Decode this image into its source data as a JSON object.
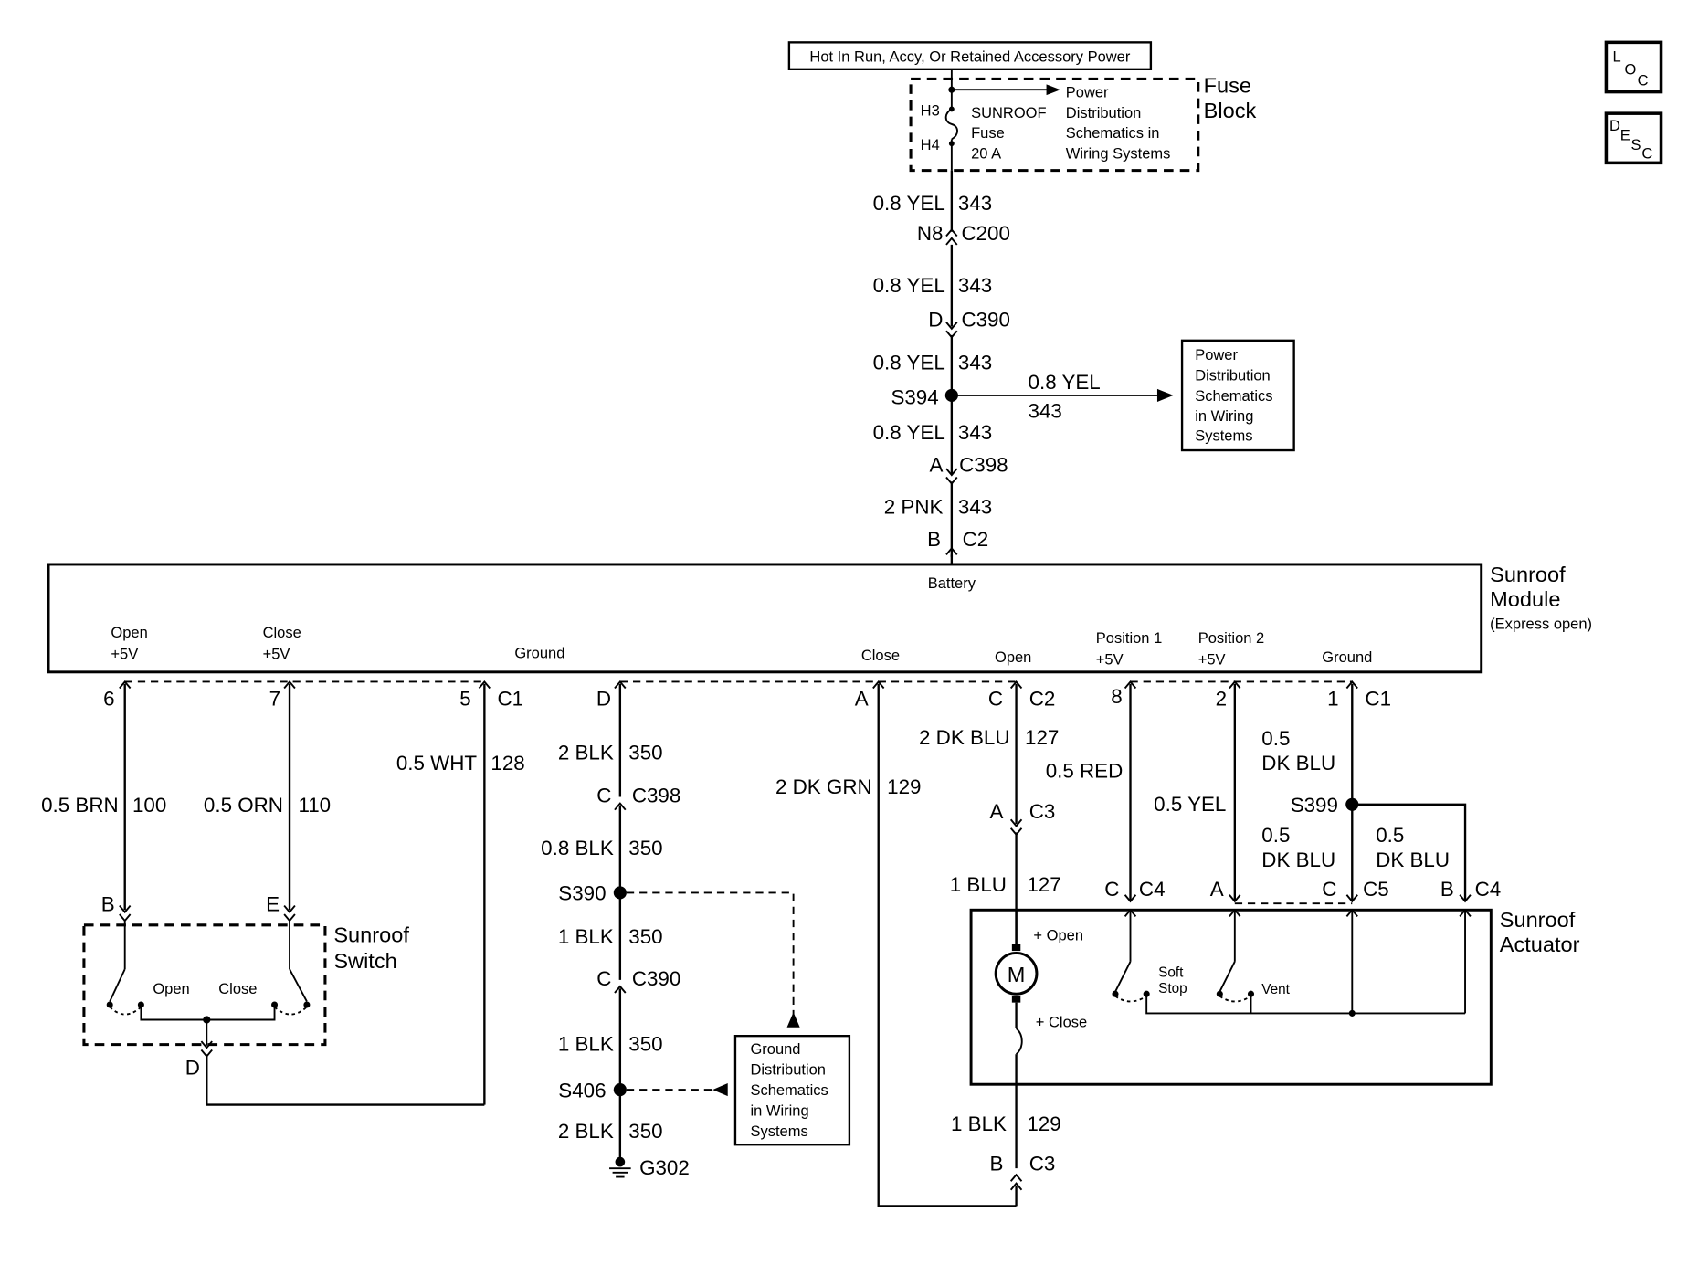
{
  "power_source_label": "Hot In Run, Accy, Or Retained Accessory Power",
  "fuse_block": {
    "title_line1": "Fuse",
    "title_line2": "Block",
    "pin_in": "H3",
    "pin_out": "H4",
    "fuse_line1": "SUNROOF",
    "fuse_line2": "Fuse",
    "fuse_line3": "20 A",
    "ref_line1": "Power",
    "ref_line2": "Distribution",
    "ref_line3": "Schematics in",
    "ref_line4": "Wiring Systems"
  },
  "corner_icons": {
    "loc": [
      "L",
      "O",
      "C"
    ],
    "desc": [
      "D",
      "E",
      "S",
      "C"
    ]
  },
  "feed": {
    "w1_gauge": "0.8 YEL",
    "w1_circuit": "343",
    "c200_pin": "N8",
    "c200": "C200",
    "w2_gauge": "0.8 YEL",
    "w2_circuit": "343",
    "c390_pin": "D",
    "c390": "C390",
    "w3_gauge": "0.8 YEL",
    "w3_circuit": "343",
    "s394": "S394",
    "branch_gauge": "0.8 YEL",
    "branch_circuit": "343",
    "w4_gauge": "0.8 YEL",
    "w4_circuit": "343",
    "c398_pin": "A",
    "c398": "C398",
    "w5_gauge": "2 PNK",
    "w5_circuit": "343",
    "c2_pin": "B",
    "c2": "C2"
  },
  "power_ref_box": [
    "Power",
    "Distribution",
    "Schematics",
    "in Wiring",
    "Systems"
  ],
  "module": {
    "title_line1": "Sunroof",
    "title_line2": "Module",
    "title_line3": "(Express open)",
    "battery": "Battery",
    "open_line1": "Open",
    "open_line2": "+5V",
    "close_line1": "Close",
    "close_line2": "+5V",
    "ground_left": "Ground",
    "close": "Close",
    "open": "Open",
    "pos1_line1": "Position 1",
    "pos1_line2": "+5V",
    "pos2_line1": "Position 2",
    "pos2_line2": "+5V",
    "ground_right": "Ground"
  },
  "c1_left": {
    "pin6": "6",
    "pin7": "7",
    "pin5": "5",
    "name": "C1"
  },
  "left_wires": {
    "brn_gauge": "0.5 BRN",
    "brn_circuit": "100",
    "orn_gauge": "0.5 ORN",
    "orn_circuit": "110",
    "wht_gauge": "0.5 WHT",
    "wht_circuit": "128"
  },
  "switch": {
    "pin_b": "B",
    "pin_e": "E",
    "pin_d": "D",
    "title_line1": "Sunroof",
    "title_line2": "Switch",
    "open": "Open",
    "close": "Close"
  },
  "ground_path": {
    "pin_d": "D",
    "w1_gauge": "2 BLK",
    "w1_circuit": "350",
    "c398_pin": "C",
    "c398": "C398",
    "w2_gauge": "0.8 BLK",
    "w2_circuit": "350",
    "s390": "S390",
    "w3_gauge": "1 BLK",
    "w3_circuit": "350",
    "c390_pin": "C",
    "c390": "C390",
    "w4_gauge": "1 BLK",
    "w4_circuit": "350",
    "s406": "S406",
    "w5_gauge": "2 BLK",
    "w5_circuit": "350",
    "g302": "G302"
  },
  "ground_ref_box": [
    "Ground",
    "Distribution",
    "Schematics",
    "in Wiring",
    "Systems"
  ],
  "motor_path": {
    "pin_a": "A",
    "pin_c": "C",
    "c2": "C2",
    "grn_gauge": "2 DK GRN",
    "grn_circuit": "129",
    "blu_gauge": "2 DK BLU",
    "blu_circuit": "127",
    "c3_pin_a": "A",
    "c3_a": "C3",
    "blu1_gauge": "1 BLU",
    "blu1_circuit": "127",
    "blk_gauge": "1 BLK",
    "blk_circuit": "129",
    "c3_pin_b": "B",
    "c3_b": "C3"
  },
  "c1_right": {
    "pin8": "8",
    "pin2": "2",
    "pin1": "1",
    "name": "C1"
  },
  "right_wires": {
    "red_gauge": "0.5 RED",
    "yel_gauge": "0.5 YEL",
    "blu_a_gauge1": "0.5",
    "blu_a_gauge2": "DK BLU",
    "s399": "S399",
    "blu_b_gauge1": "0.5",
    "blu_b_gauge2": "DK BLU",
    "blu_c_gauge1": "0.5",
    "blu_c_gauge2": "DK BLU"
  },
  "actuator": {
    "title_line1": "Sunroof",
    "title_line2": "Actuator",
    "c4_pin_c": "C",
    "c4": "C4",
    "c4_pin_a": "A",
    "c5_pin_c": "C",
    "c5": "C5",
    "c4b_pin_b": "B",
    "c4b": "C4",
    "plus_open": "+ Open",
    "plus_close": "+ Close",
    "motor": "M",
    "soft_line1": "Soft",
    "soft_line2": "Stop",
    "vent": "Vent"
  }
}
